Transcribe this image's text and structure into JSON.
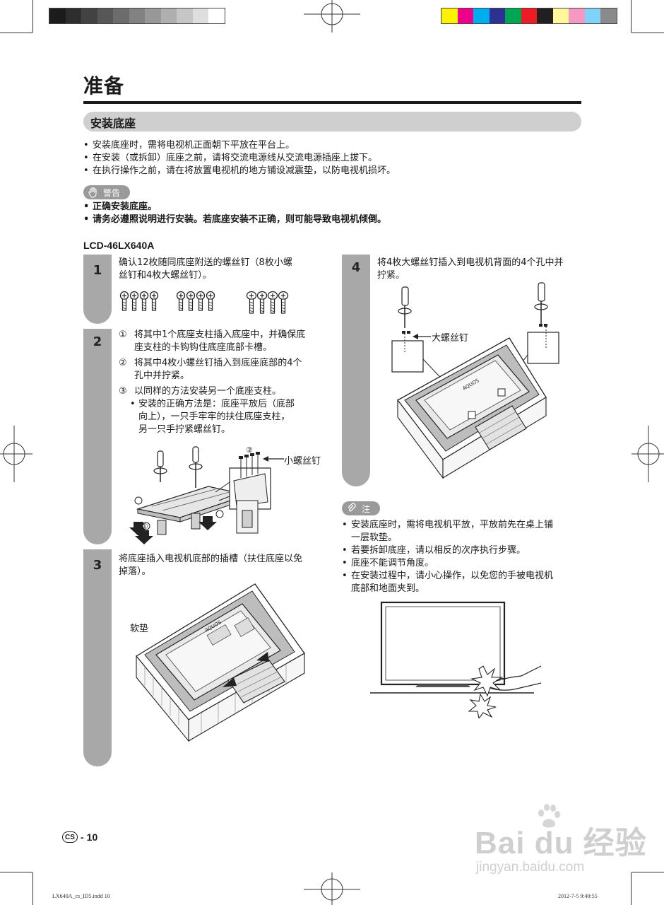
{
  "print_marks": {
    "gray_patches": [
      "#1c1c1c",
      "#2e2e2e",
      "#424242",
      "#575757",
      "#6c6c6c",
      "#828282",
      "#989898",
      "#afafaf",
      "#c6c6c6",
      "#dedede",
      "#ffffff"
    ],
    "color_patches": [
      "#fff200",
      "#ec008c",
      "#00aeef",
      "#2e3192",
      "#00a651",
      "#ed1c24",
      "#231f20",
      "#fff799",
      "#f49ac1",
      "#7fd3f7",
      "#8a8a8a"
    ]
  },
  "header": {
    "title": "准备",
    "section": "安装底座"
  },
  "intro_bullets": [
    "安装底座时，需将电视机正面朝下平放在平台上。",
    "在安装（或拆卸）底座之前，请将交流电源线从交流电源插座上拔下。",
    "在执行操作之前，请在将放置电视机的地方铺设减震垫，以防电视机损坏。"
  ],
  "warning": {
    "label": "警告",
    "items": [
      "正确安装底座。",
      "请务必遵照说明进行安装。若底座安装不正确，则可能导致电视机倾倒。"
    ]
  },
  "model": "LCD-46LX640A",
  "steps": {
    "s1": {
      "num": "1",
      "text_l1": "确认12枚随同底座附送的螺丝钉（8枚小螺",
      "text_l2": "丝钉和4枚大螺丝钉）。"
    },
    "s2": {
      "num": "2",
      "sub1": {
        "n": "①",
        "l1": "将其中1个底座支柱插入底座中，并确保底",
        "l2": "座支柱的卡钩钩住底座底部卡槽。"
      },
      "sub2": {
        "n": "②",
        "l1": "将其中4枚小螺丝钉插入到底座底部的4个",
        "l2": "孔中并拧紧。"
      },
      "sub3": {
        "n": "③",
        "l1": "以同样的方法安装另一个底座支柱。"
      },
      "tip_l1": "安装的正确方法是：底座平放后（底部",
      "tip_l2": "向上），一只手牢牢的扶住底座支柱，",
      "tip_l3": "另一只手拧紧螺丝钉。",
      "callout": "小螺丝钉",
      "marker1": "①",
      "marker2": "②"
    },
    "s3": {
      "num": "3",
      "text_l1": "将底座插入电视机底部的插槽（扶住底座以免",
      "text_l2": "掉落）。",
      "callout": "软垫",
      "tv_brand": "AQUOS"
    },
    "s4": {
      "num": "4",
      "text_l1": "将4枚大螺丝钉插入到电视机背面的4个孔中并",
      "text_l2": "拧紧。",
      "callout": "大螺丝钉",
      "tv_brand": "AQUOS"
    }
  },
  "note": {
    "label": "注",
    "items": [
      {
        "l1": "安装底座时，需将电视机平放，平放前先在桌上铺",
        "l2": "一层软垫。"
      },
      {
        "l1": "若要拆卸底座，请以相反的次序执行步骤。",
        "l2": ""
      },
      {
        "l1": "底座不能调节角度。",
        "l2": ""
      },
      {
        "l1": "在安装过程中，请小心操作，以免您的手被电视机",
        "l2": "底部和地面夹到。"
      }
    ]
  },
  "page": {
    "lang": "CS",
    "sep": "-",
    "number": "10"
  },
  "footer": {
    "left": "LX640A_cs_ID5.indd  10",
    "right": "2012-7-5   9:40:55"
  },
  "watermark": {
    "main": "Bai du 经验",
    "url": "jingyan.baidu.com"
  }
}
